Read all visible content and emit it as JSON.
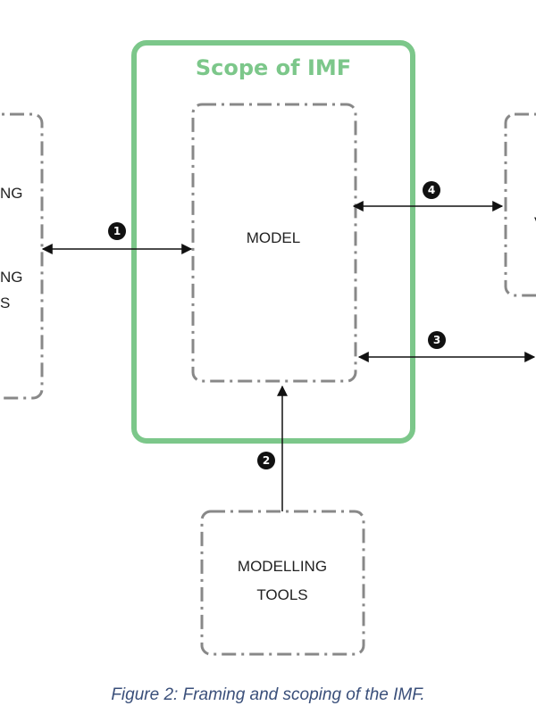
{
  "scope": {
    "title": "Scope of IMF",
    "color": "#7cc78a"
  },
  "boxes": {
    "model": {
      "label": "MODEL"
    },
    "left": {
      "line1": "NG",
      "line2": "NG",
      "line3": "S"
    },
    "tools": {
      "line1": "MODELLING",
      "line2": "TOOLS"
    },
    "right": {
      "line1": "V"
    }
  },
  "markers": {
    "one": "1",
    "two": "2",
    "three": "3",
    "four": "4"
  },
  "caption": {
    "text": "Figure 2: Framing and scoping of the IMF.",
    "color": "#3a4f7a"
  },
  "colors": {
    "box_border": "#888888",
    "arrow": "#111111"
  }
}
